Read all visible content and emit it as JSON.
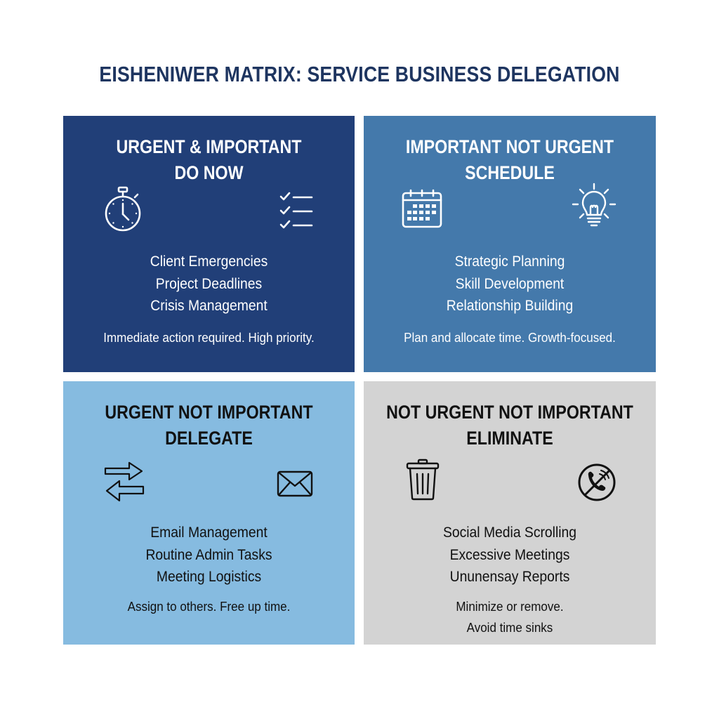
{
  "title": "EISHENIWER MATRIX: SERVICE BUSINESS DELEGATION",
  "colors": {
    "title": "#1e3560",
    "do_now_bg": "#213f78",
    "schedule_bg": "#4479ab",
    "delegate_bg": "#86bbe0",
    "eliminate_bg": "#d3d3d3",
    "light_text": "#ffffff",
    "dark_text": "#111111"
  },
  "quadrants": {
    "do_now": {
      "heading_line1": "URGENT & IMPORTANT",
      "heading_line2": "DO NOW",
      "icons": [
        "stopwatch-icon",
        "checklist-icon"
      ],
      "items": [
        "Client Emergencies",
        "Project Deadlines",
        "Crisis Management"
      ],
      "note": [
        "Immediate action required. High priority."
      ]
    },
    "schedule": {
      "heading_line1": "IMPORTANT NOT URGENT",
      "heading_line2": "SCHEDULE",
      "icons": [
        "calendar-icon",
        "lightbulb-icon"
      ],
      "items": [
        "Strategic Planning",
        "Skill Development",
        "Relationship Building"
      ],
      "note": [
        "Plan and allocate time. Growth-focused."
      ]
    },
    "delegate": {
      "heading_line1": "URGENT NOT IMPORTANT",
      "heading_line2": "DELEGATE",
      "icons": [
        "transfer-arrows-icon",
        "envelope-icon"
      ],
      "items": [
        "Email Management",
        "Routine Admin Tasks",
        "Meeting Logistics"
      ],
      "note": [
        "Assign to others. Free up time."
      ]
    },
    "eliminate": {
      "heading_line1": "NOT URGENT NOT IMPORTANT",
      "heading_line2": "ELIMINATE",
      "icons": [
        "trash-can-icon",
        "no-phone-icon"
      ],
      "items": [
        "Social Media Scrolling",
        "Excessive Meetings",
        "Ununensay Reports"
      ],
      "note": [
        "Minimize or remove.",
        "Avoid time sinks"
      ]
    }
  }
}
